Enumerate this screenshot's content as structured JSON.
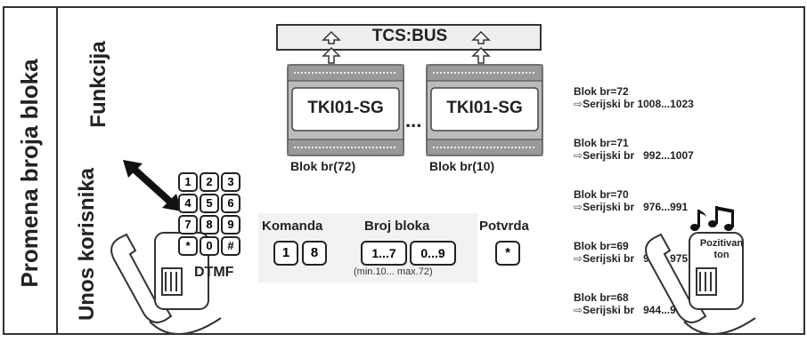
{
  "sidebar": {
    "title": "Promena broja bloka",
    "section_functions": "Funkcija",
    "section_user_input": "Unos korisnika"
  },
  "bus": {
    "label": "TCS:BUS"
  },
  "devices": [
    {
      "name": "TKI01-SG",
      "caption": "Blok br(72)"
    },
    {
      "name": "TKI01-SG",
      "caption": "Blok br(10)"
    }
  ],
  "ellipsis": "...",
  "mapping": [
    {
      "block": "Blok br=72",
      "serial": "Serijski br 1008...1023"
    },
    {
      "block": "Blok br=71",
      "serial": "Serijski br   992...1007"
    },
    {
      "block": "Blok br=70",
      "serial": "Serijski br   976...991"
    },
    {
      "block": "Blok br=69",
      "serial": "Serijski br   960...975"
    },
    {
      "block": "Blok br=68",
      "serial": "Serijski br   944...959"
    }
  ],
  "keypad": {
    "keys": [
      "1",
      "2",
      "3",
      "4",
      "5",
      "6",
      "7",
      "8",
      "9",
      "*",
      "0",
      "#"
    ],
    "label": "DTMF"
  },
  "command": {
    "komanda_label": "Komanda",
    "komanda_keys": [
      "1",
      "8"
    ],
    "broj_label": "Broj bloka",
    "broj_keys": [
      "1...7",
      "0...9"
    ],
    "broj_range": "(min.10... max.72)",
    "potvrda_label": "Potvrda",
    "potvrda_key": "*"
  },
  "tone": {
    "label_line1": "Pozitivan",
    "label_line2": "ton"
  }
}
